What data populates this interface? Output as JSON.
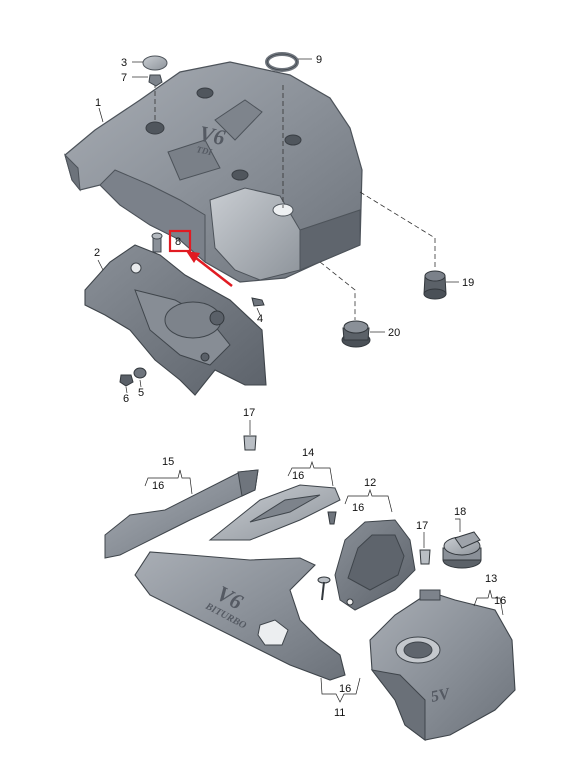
{
  "diagram": {
    "parts": [
      {
        "number": "1"
      },
      {
        "number": "2"
      },
      {
        "number": "3"
      },
      {
        "number": "4"
      },
      {
        "number": "5"
      },
      {
        "number": "6"
      },
      {
        "number": "7"
      },
      {
        "number": "8"
      },
      {
        "number": "9"
      },
      {
        "number": "11"
      },
      {
        "number": "12"
      },
      {
        "number": "13"
      },
      {
        "number": "14"
      },
      {
        "number": "15"
      },
      {
        "number": "16"
      },
      {
        "number": "17"
      },
      {
        "number": "18"
      },
      {
        "number": "19"
      },
      {
        "number": "20"
      }
    ],
    "sub_labels": [
      "16",
      "16",
      "16",
      "16",
      "16"
    ],
    "extra_labels": [
      "17"
    ],
    "engravings": {
      "cover_top_model": "V6",
      "cover_top_sub": "TDI",
      "cover_side_model": "V6",
      "cover_side_sub": "BITURBO",
      "cover_right_model": "5V"
    },
    "highlight": {
      "part": "8",
      "color": "#e11b22"
    },
    "colors": {
      "part_fill": "#8e949c",
      "part_dark": "#6a7078",
      "part_light": "#b4b9bf"
    }
  }
}
